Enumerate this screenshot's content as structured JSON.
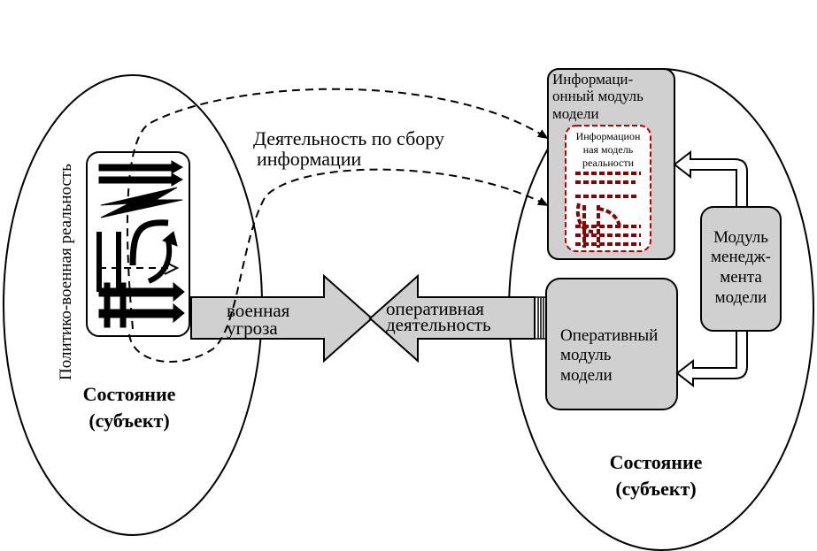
{
  "left_state": {
    "vertical_label": "Политико-военная реальность",
    "title_line1": "Состояние",
    "title_line2": "(субъект)"
  },
  "right_state": {
    "title_line1": "Состояние",
    "title_line2": "(субъект)"
  },
  "collection_label": {
    "line1": "Деятельность по сбору",
    "line2": "информации"
  },
  "info_module": {
    "line1": "Информаци-",
    "line2": "онный модуль",
    "line3": "модели"
  },
  "info_reality_model": {
    "line1": "Информацион",
    "line2": "ная модель",
    "line3": "реальности"
  },
  "management_module": {
    "line1": "Модуль",
    "line2": "менедж-",
    "line3": "мента",
    "line4": "модели"
  },
  "operational_module": {
    "line1": "Оперативный",
    "line2": "модуль",
    "line3": "модели"
  },
  "threat_arrow": {
    "line1": "военная",
    "line2": "угроза"
  },
  "operational_arrow": {
    "line1": "оперативная",
    "line2": "деятельность"
  },
  "colors": {
    "module_fill": "#d0d0d0",
    "inner_model_border": "#c00000",
    "line": "#000000"
  }
}
